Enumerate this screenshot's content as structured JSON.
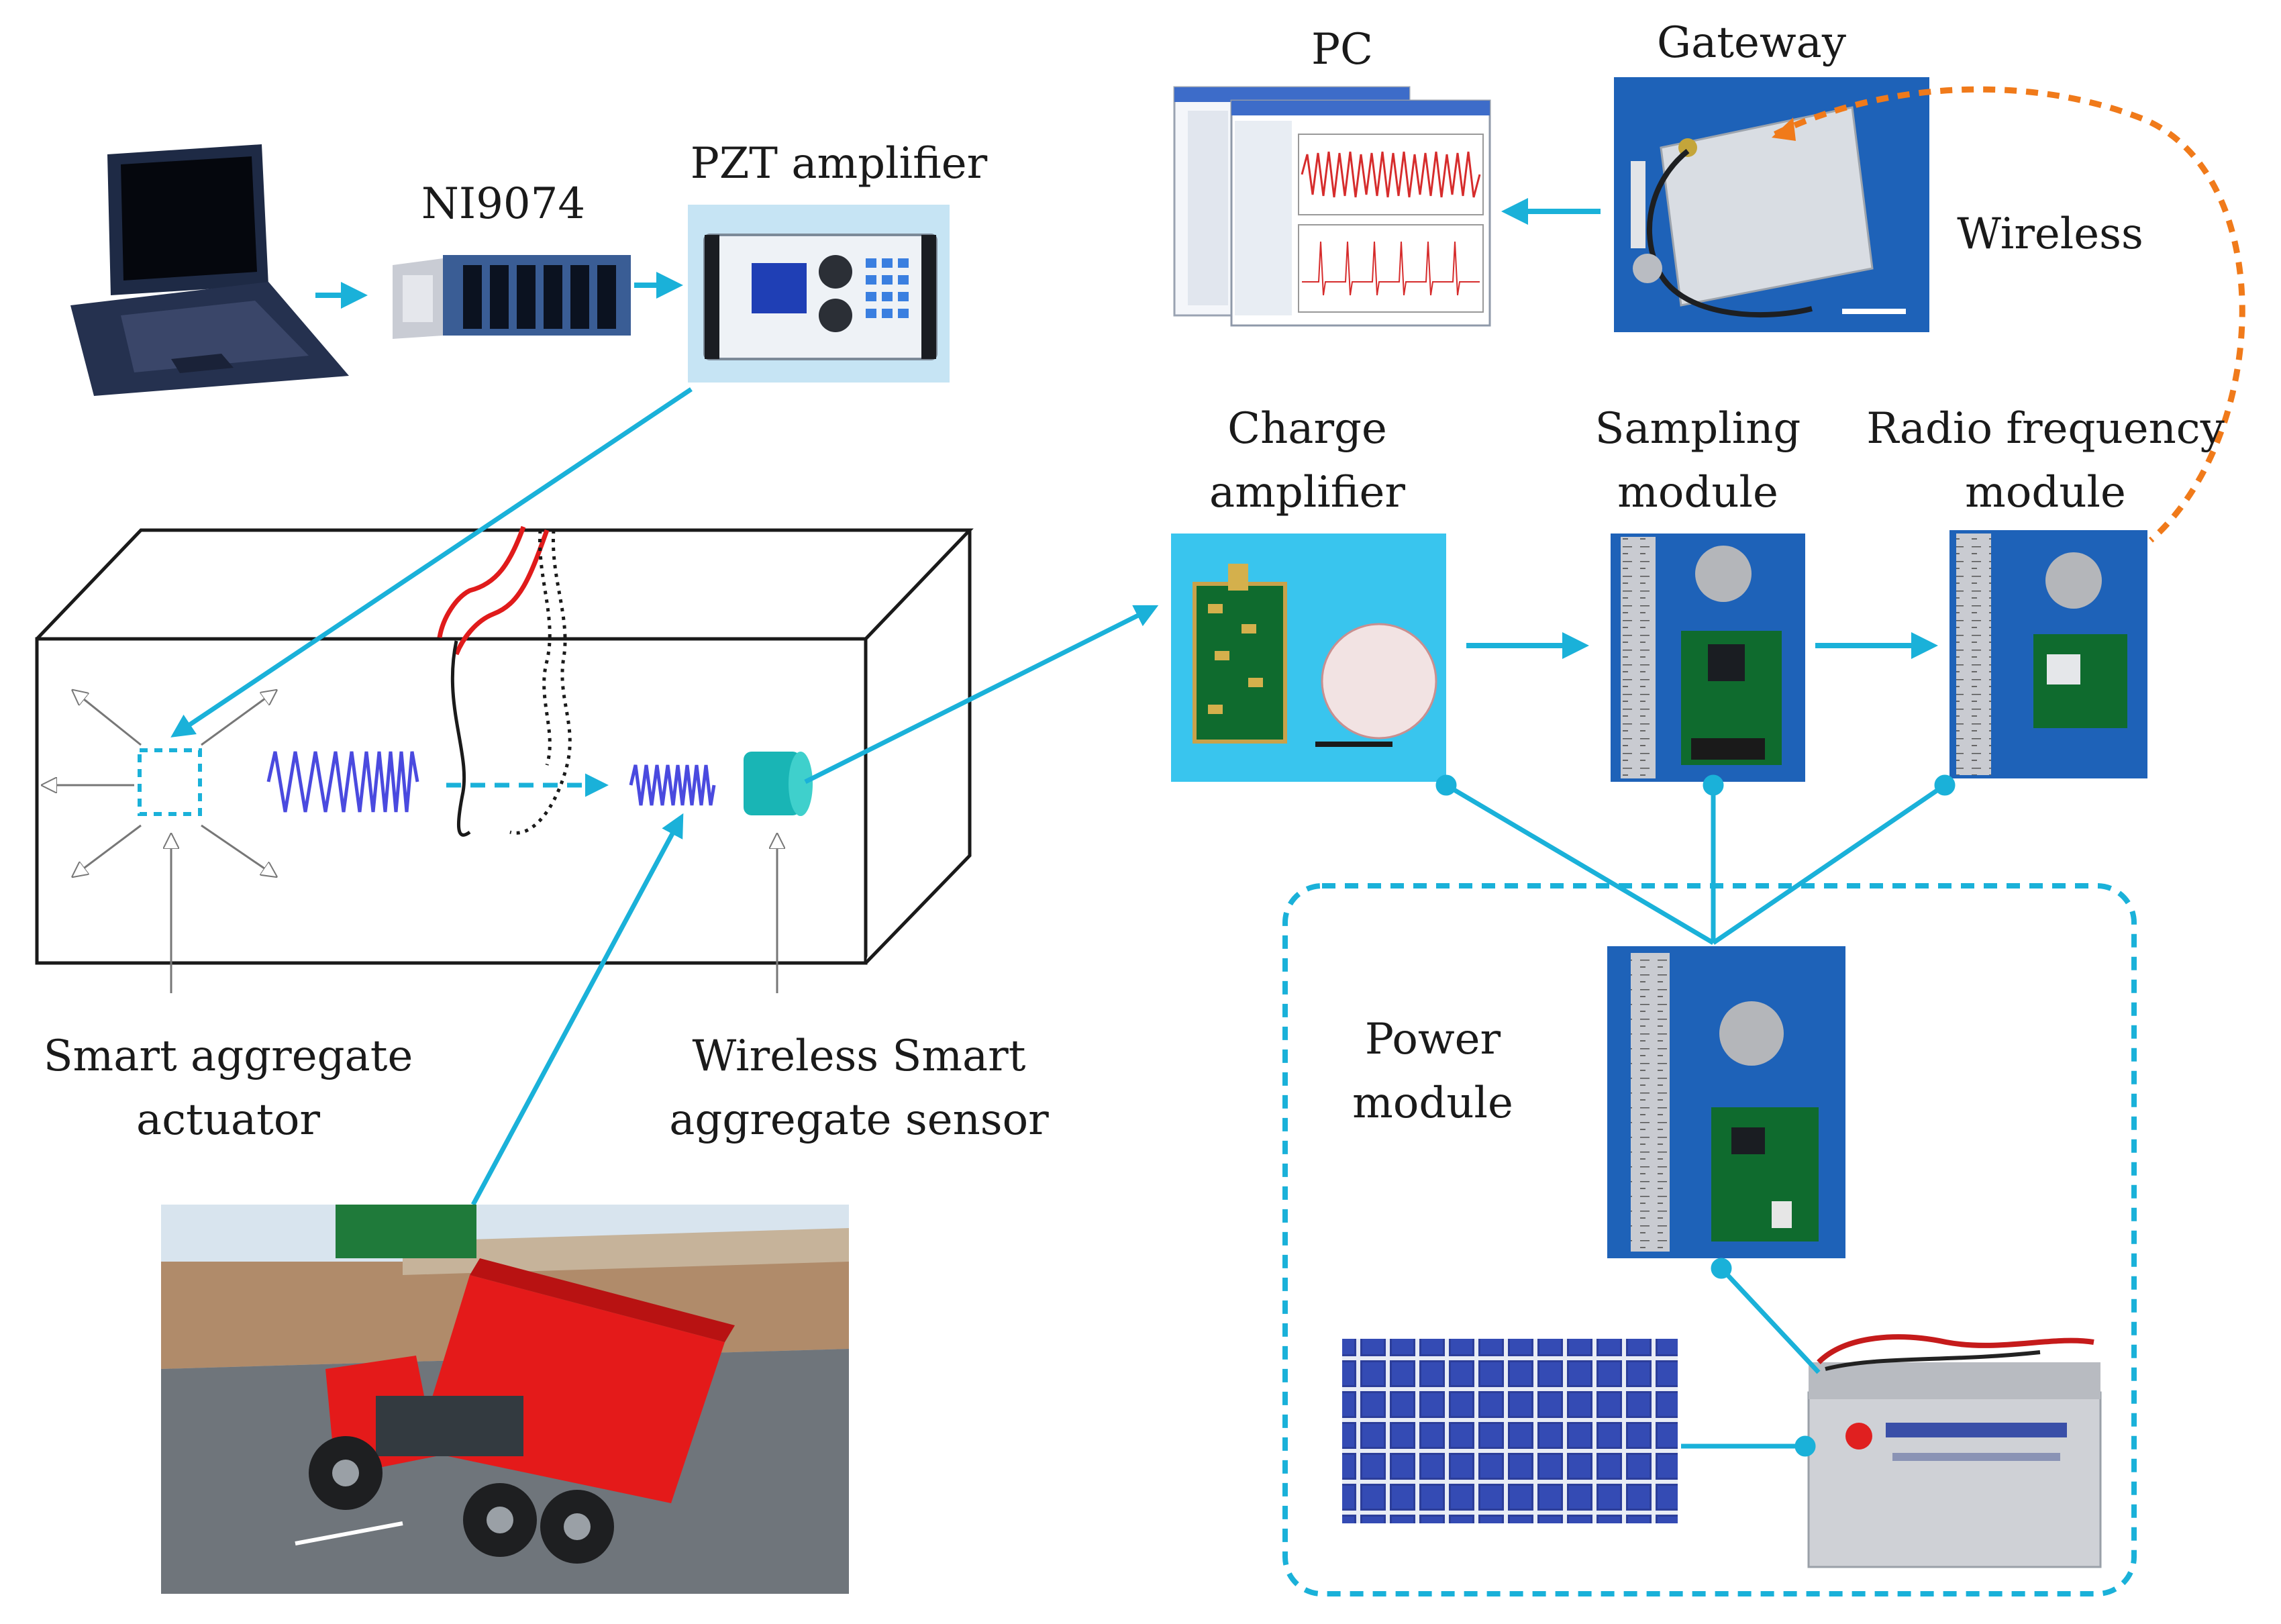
{
  "labels": {
    "pc": "PC",
    "gateway": "Gateway",
    "ni": "NI9074",
    "pzt": "PZT amplifier",
    "wireless": "Wireless",
    "charge_1": "Charge",
    "charge_2": "amplifier",
    "sampling_1": "Sampling",
    "sampling_2": "module",
    "rf_1": "Radio frequency",
    "rf_2": "module",
    "power_1": "Power",
    "power_2": "module",
    "actuator_1": "Smart aggregate",
    "actuator_2": "actuator",
    "sensor_1": "Wireless Smart",
    "sensor_2": "aggregate sensor"
  },
  "components": [
    "laptop",
    "ni9074-daq",
    "pzt-amplifier-device",
    "pc-screens",
    "gateway-device",
    "charge-amplifier-board",
    "sampling-module-board",
    "radio-frequency-module-board",
    "power-module-board",
    "solar-panel",
    "battery",
    "concrete-beam",
    "dump-truck-scene"
  ],
  "icons": {
    "flow_arrow": "arrow-right-icon",
    "wireless_link": "dashed-curve-icon"
  },
  "colors": {
    "connector": "#1ab1d9",
    "wireless_link": "#f07a1a",
    "wave": "#4a4adf",
    "crack": "#e01b1b",
    "board_background": "#1e62b8",
    "cyan_panel": "#39c5ee"
  }
}
